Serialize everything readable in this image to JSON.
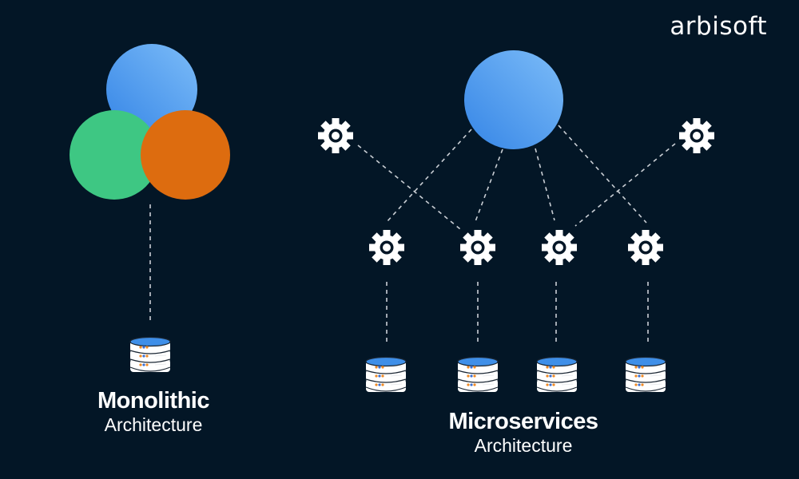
{
  "brand": {
    "logo_text": "arbisoft"
  },
  "monolithic": {
    "title": "Monolithic",
    "subtitle": "Architecture",
    "components": [
      {
        "name": "blue-module",
        "color": "#4a9af0"
      },
      {
        "name": "green-module",
        "color": "#3ec783"
      },
      {
        "name": "orange-module",
        "color": "#dd6c0f"
      }
    ],
    "database_count": 1
  },
  "microservices": {
    "title": "Microservices",
    "subtitle": "Architecture",
    "hub_color": "#4a9af0",
    "service_count": 6,
    "database_count": 4
  },
  "colors": {
    "background": "#031626",
    "icon": "#ffffff",
    "dash": "#c9ced4",
    "db_top": "#3f8fe8",
    "db_dot_orange": "#f08a24",
    "db_dot_blue": "#3d6fd0"
  }
}
